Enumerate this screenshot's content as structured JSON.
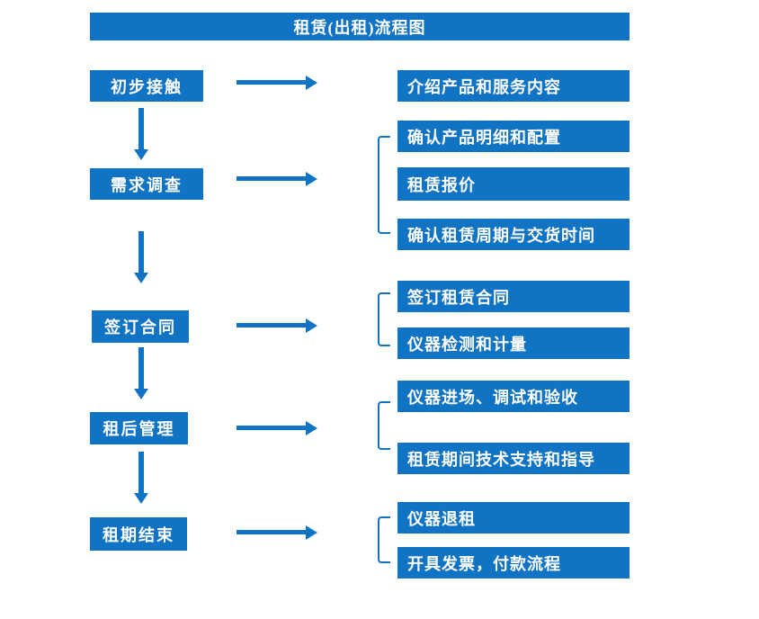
{
  "title": "租赁(出租)流程图",
  "colors": {
    "primary": "#1173C4",
    "text_on_primary": "#FFFFFF",
    "background": "#FFFFFF"
  },
  "steps": [
    {
      "label": "初步接触",
      "outputs": [
        "介绍产品和服务内容"
      ]
    },
    {
      "label": "需求调查",
      "outputs": [
        "确认产品明细和配置",
        "租赁报价",
        "确认租赁周期与交货时间"
      ]
    },
    {
      "label": "签订合同",
      "outputs": [
        "签订租赁合同",
        "仪器检测和计量"
      ]
    },
    {
      "label": "租后管理",
      "outputs": [
        "仪器进场、调试和验收",
        "租赁期间技术支持和指导"
      ]
    },
    {
      "label": "租期结束",
      "outputs": [
        "仪器退租",
        "开具发票，付款流程"
      ]
    }
  ]
}
